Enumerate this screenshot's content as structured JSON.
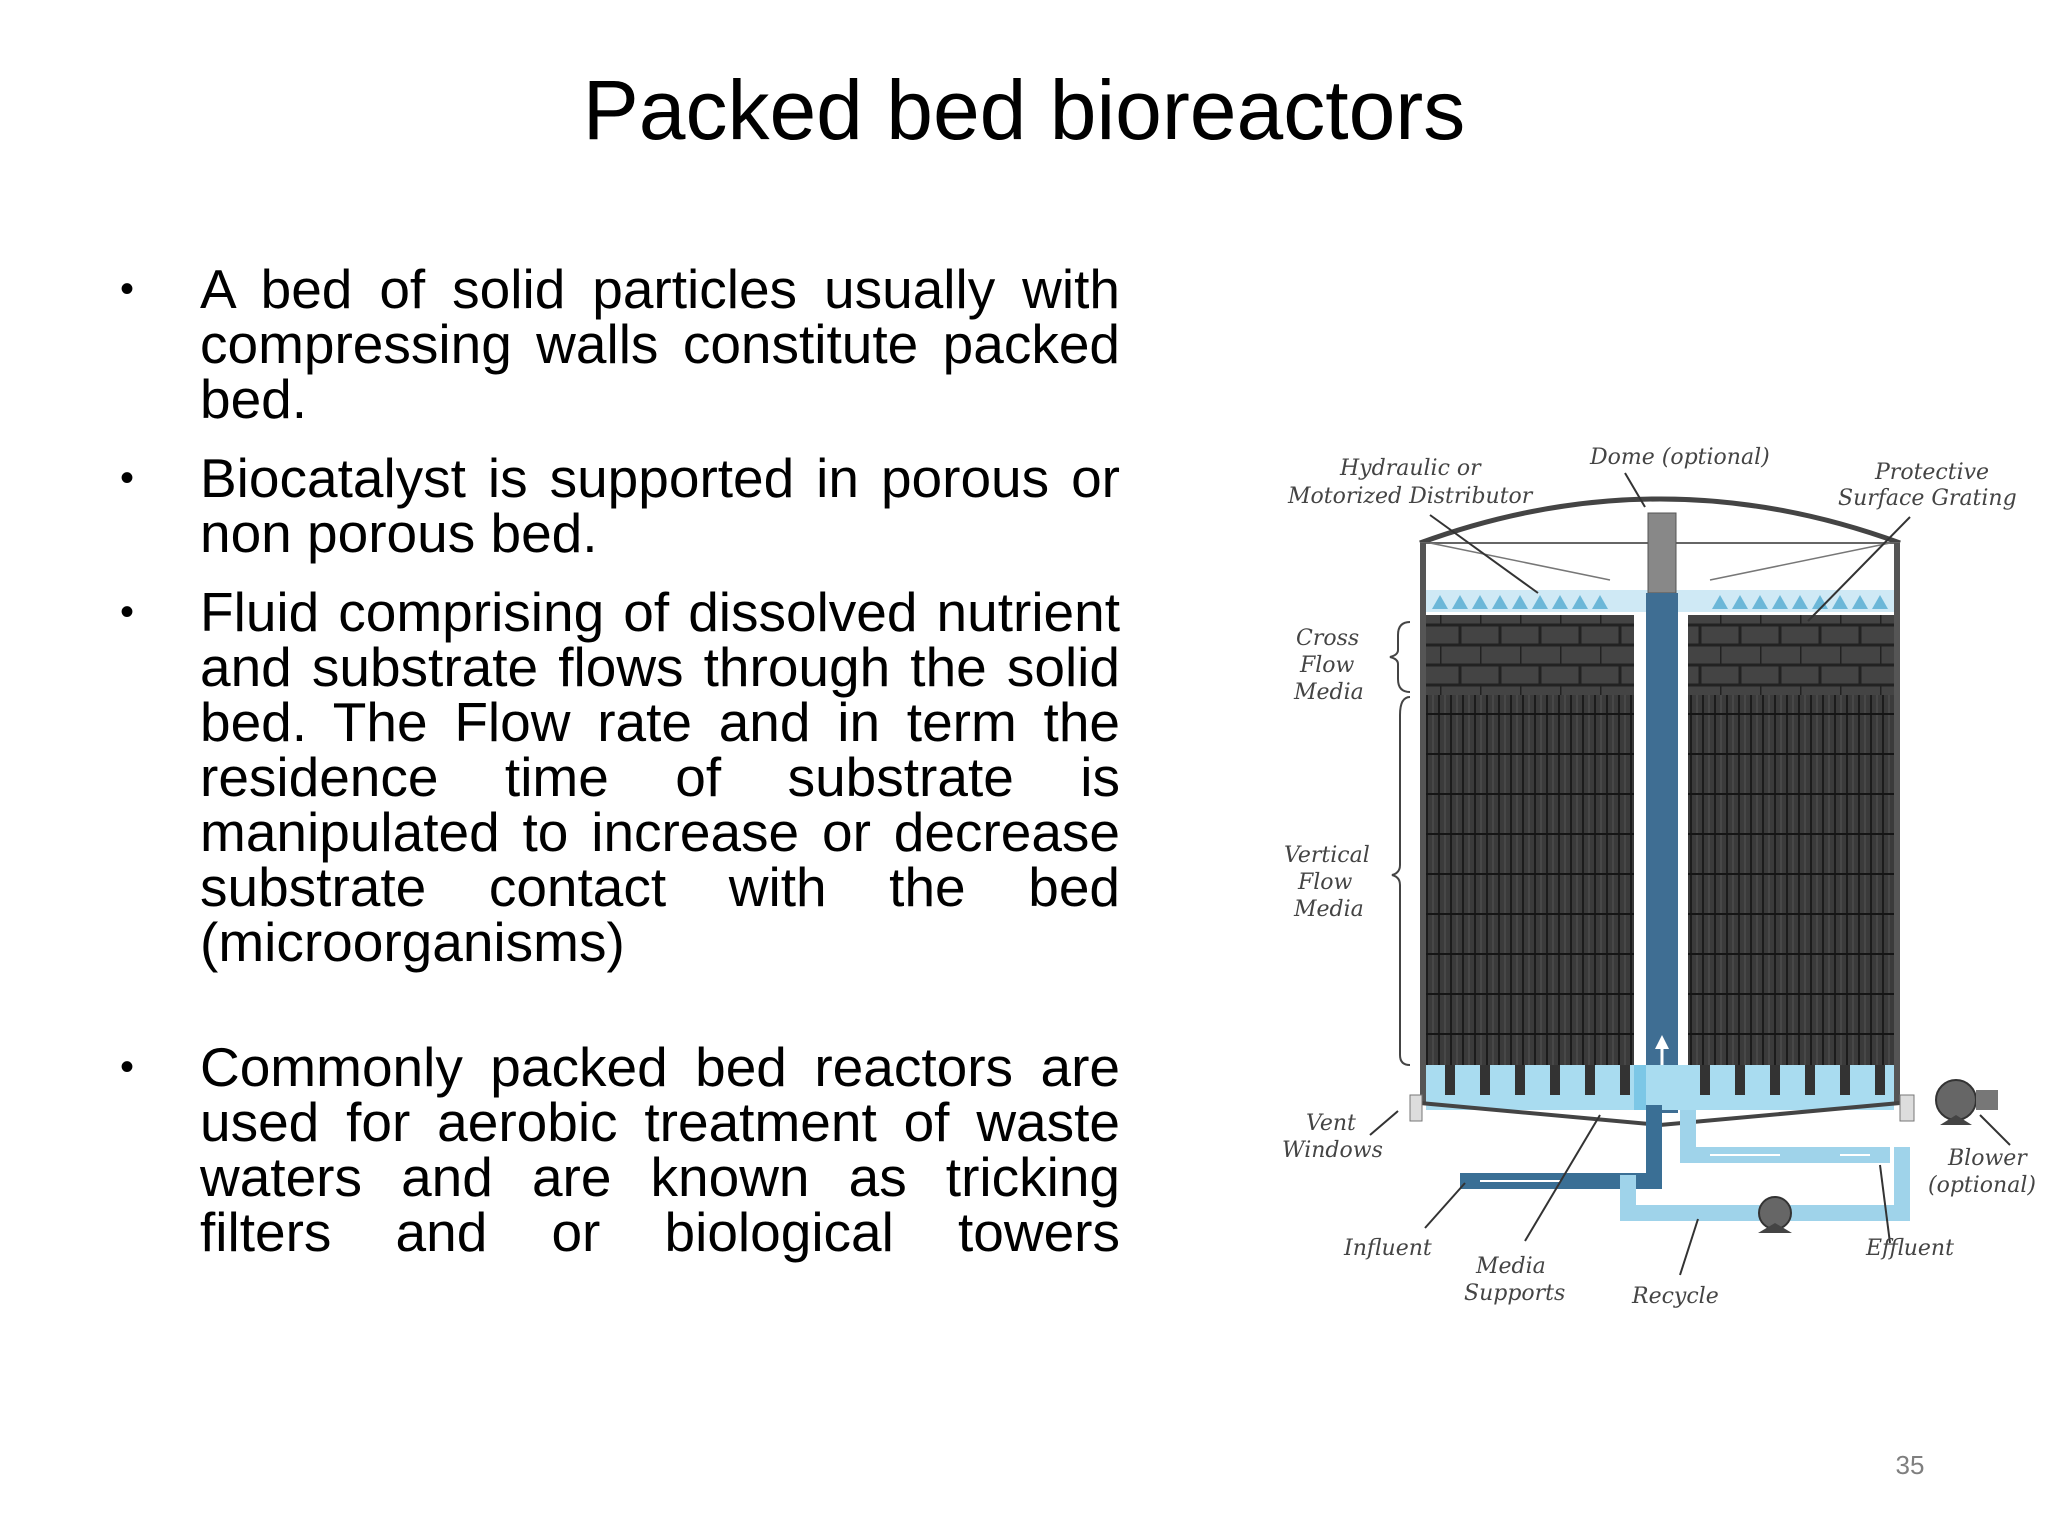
{
  "slide": {
    "title": "Packed bed bioreactors",
    "page_number": "35"
  },
  "bullets": [
    {
      "marker": "•",
      "text": "A bed of solid particles usually with compressing walls constitute packed bed."
    },
    {
      "marker": "•",
      "text": " Biocatalyst is supported in porous or non porous bed."
    },
    {
      "marker": "•",
      "text": " Fluid comprising of dissolved nutrient and substrate flows through the solid bed. The Flow rate and in term the residence time of substrate is manipulated to increase or decrease substrate contact with the bed (microorganisms)"
    },
    {
      "marker": "•",
      "text": "Commonly packed bed reactors are used for aerobic treatment of waste waters and are known as tricking filters and or biological towers"
    }
  ],
  "diagram": {
    "labels": {
      "hydraulic_1": "Hydraulic or",
      "hydraulic_2": "Motorized Distributor",
      "dome": "Dome (optional)",
      "protective_1": "Protective",
      "protective_2": "Surface Grating",
      "cross_1": "Cross",
      "cross_2": "Flow",
      "cross_3": "Media",
      "vertical_1": "Vertical",
      "vertical_2": "Flow",
      "vertical_3": "Media",
      "vent_1": "Vent",
      "vent_2": "Windows",
      "blower_1": "Blower",
      "blower_2": "(optional)",
      "influent": "Influent",
      "media_1": "Media",
      "media_2": "Supports",
      "recycle": "Recycle",
      "effluent": "Effluent"
    },
    "colors": {
      "media": "#3b3b3b",
      "water": "#7cc7e6",
      "pipe_dark": "#3a6f95",
      "pipe_light": "#9fd3ea"
    }
  }
}
